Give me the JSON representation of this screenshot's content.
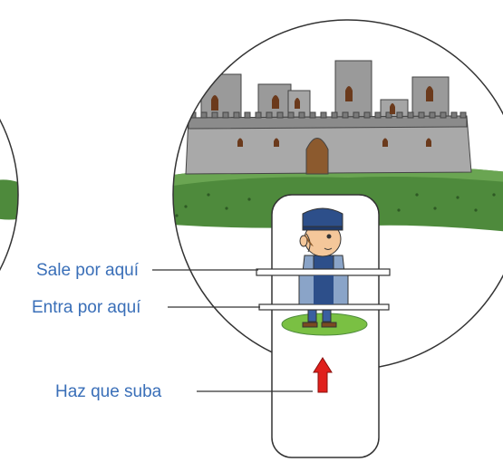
{
  "colors": {
    "label_text": "#3a6fb8",
    "grass": "#4e8a3c",
    "wall": "#a7a7a7",
    "wall_dark": "#7f7f7f",
    "door": "#8c5a2e",
    "arrow": "#e0201c",
    "outline": "#333333"
  },
  "labels": {
    "exit": "Sale por aquí",
    "enter": "Entra por aquí",
    "move_up": "Haz que suba"
  },
  "icons": {
    "character": "boy-with-blue-cap",
    "arrow": "up-arrow",
    "castle": "castle-fortress"
  }
}
